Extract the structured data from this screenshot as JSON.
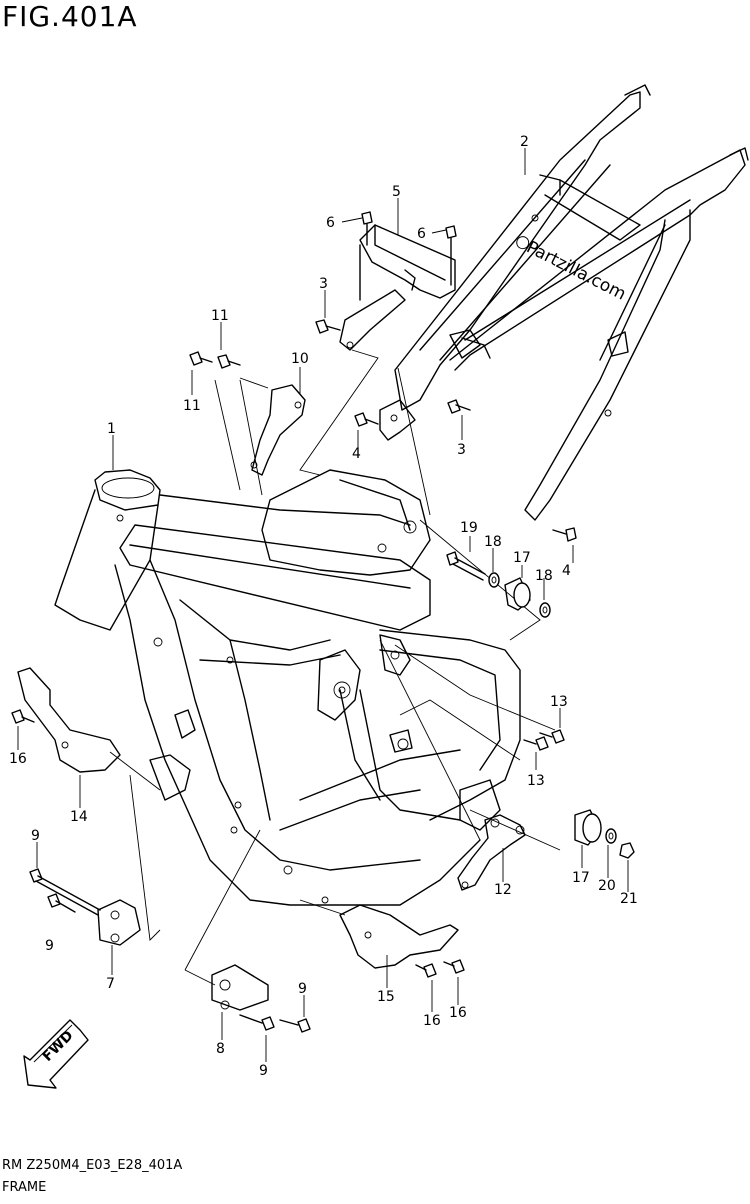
{
  "figure": {
    "title": "FIG.401A",
    "footer_code": "RM Z250M4_E03_E28_401A",
    "footer_name": "FRAME",
    "watermark": "Partzilla.com",
    "fwd_label": "FWD"
  },
  "callouts": [
    {
      "id": "c1",
      "label": "1"
    },
    {
      "id": "c2",
      "label": "2"
    },
    {
      "id": "c3a",
      "label": "3"
    },
    {
      "id": "c3b",
      "label": "3"
    },
    {
      "id": "c4a",
      "label": "4"
    },
    {
      "id": "c4b",
      "label": "4"
    },
    {
      "id": "c5",
      "label": "5"
    },
    {
      "id": "c6a",
      "label": "6"
    },
    {
      "id": "c6b",
      "label": "6"
    },
    {
      "id": "c7",
      "label": "7"
    },
    {
      "id": "c8",
      "label": "8"
    },
    {
      "id": "c9a",
      "label": "9"
    },
    {
      "id": "c9b",
      "label": "9"
    },
    {
      "id": "c9c",
      "label": "9"
    },
    {
      "id": "c9d",
      "label": "9"
    },
    {
      "id": "c10",
      "label": "10"
    },
    {
      "id": "c11a",
      "label": "11"
    },
    {
      "id": "c11b",
      "label": "11"
    },
    {
      "id": "c12",
      "label": "12"
    },
    {
      "id": "c13a",
      "label": "13"
    },
    {
      "id": "c13b",
      "label": "13"
    },
    {
      "id": "c14",
      "label": "14"
    },
    {
      "id": "c15",
      "label": "15"
    },
    {
      "id": "c16a",
      "label": "16"
    },
    {
      "id": "c16b",
      "label": "16"
    },
    {
      "id": "c16c",
      "label": "16"
    },
    {
      "id": "c17a",
      "label": "17"
    },
    {
      "id": "c17b",
      "label": "17"
    },
    {
      "id": "c18a",
      "label": "18"
    },
    {
      "id": "c18b",
      "label": "18"
    },
    {
      "id": "c19",
      "label": "19"
    },
    {
      "id": "c20",
      "label": "20"
    },
    {
      "id": "c21",
      "label": "21"
    }
  ]
}
